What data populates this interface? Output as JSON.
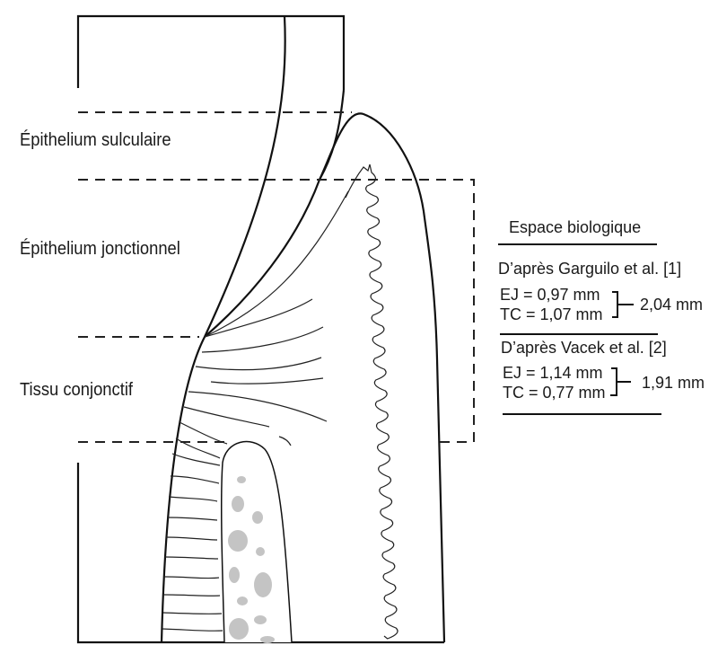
{
  "labels": {
    "sulcular": "Épithelium sulculaire",
    "junctional": "Épithelium jonctionnel",
    "connective": "Tissu conjonctif"
  },
  "legend": {
    "title": "Espace biologique",
    "study1": {
      "title": "D’après Garguilo et al. [1]",
      "ej": "EJ = 0,97 mm",
      "tc": "TC = 1,07 mm",
      "total": "2,04 mm"
    },
    "study2": {
      "title": "D’après Vacek et al. [2]",
      "ej": "EJ = 1,14 mm",
      "tc": "TC = 0,77 mm",
      "total": "1,91 mm"
    }
  },
  "colors": {
    "line": "#111111",
    "bone_marrow": "#c4c4c4"
  }
}
